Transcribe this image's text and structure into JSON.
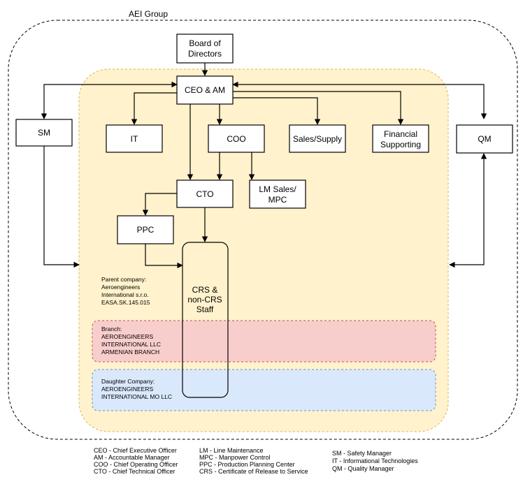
{
  "group": {
    "title": "AEI Group"
  },
  "nodes": {
    "board": [
      "Board of",
      "Directors"
    ],
    "ceo": [
      "CEO & AM"
    ],
    "sm": [
      "SM"
    ],
    "it": [
      "IT"
    ],
    "coo": [
      "COO"
    ],
    "sales": [
      "Sales/Supply"
    ],
    "financial": [
      "Financial",
      "Supporting"
    ],
    "qm": [
      "QM"
    ],
    "cto": [
      "CTO"
    ],
    "lm": [
      "LM Sales/",
      "MPC"
    ],
    "ppc": [
      "PPC"
    ],
    "crs": [
      "CRS &",
      "non-CRS",
      "Staff"
    ]
  },
  "parent_company": [
    "Parent company:",
    "Aeroengineers",
    "International s.r.o.",
    "",
    "EASA.SK.145.015"
  ],
  "branch": [
    "Branch:",
    "AEROENGINEERS",
    "INTERNATIONAL LLC",
    "ARMENIAN BRANCH"
  ],
  "daughter": [
    "Daughter Company:",
    "AEROENGINEERS",
    "INTERNATIONAL MO LLC"
  ],
  "legend": {
    "col1": [
      "CEO - Chief Executive Officer",
      "AM - Accountable Manager",
      "COO - Chief Operating Officer",
      "CTO - Chief Technical Officer"
    ],
    "col2": [
      "LM - Line Maintenance",
      "MPC - Manpower Control",
      "PPC - Production Planning Center",
      "CRS - Certificate of Release to Service"
    ],
    "col3": [
      "SM - Safety Manager",
      "IT - Informational Technologies",
      "QM - Quality Manager"
    ]
  },
  "colors": {
    "company_fill": "#fff2cc",
    "company_stroke": "#d6b656",
    "branch_fill": "#f8cecc",
    "branch_stroke": "#b85450",
    "daughter_fill": "#dae8fc",
    "daughter_stroke": "#6c8ebf"
  }
}
